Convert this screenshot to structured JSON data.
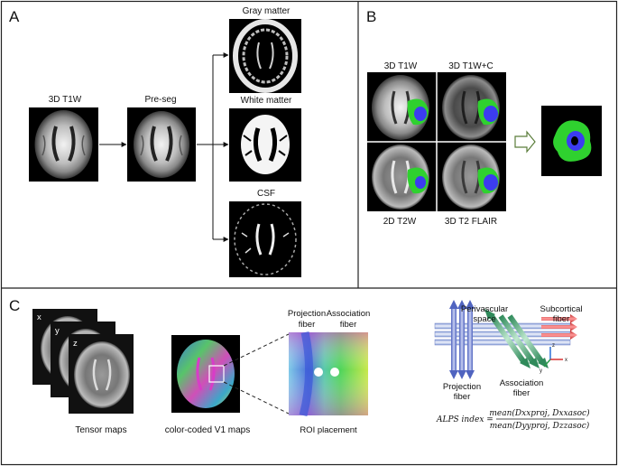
{
  "panels": {
    "a": {
      "letter": "A",
      "input_label": "3D T1W",
      "preseg_label": "Pre-seg",
      "outputs": [
        "Gray matter",
        "White matter",
        "CSF"
      ]
    },
    "b": {
      "letter": "B",
      "tiles": [
        "3D T1W",
        "3D T1W+C",
        "2D T2W",
        "3D T2 FLAIR"
      ]
    },
    "c": {
      "letter": "C",
      "stack_letters": [
        "x",
        "y",
        "z"
      ],
      "tensor_caption": "Tensor maps",
      "v1_caption": "color-coded V1 maps",
      "roi_caption": "ROI placement",
      "projection_label_1": "Projection",
      "projection_label_2": "fiber",
      "association_label_1": "Association",
      "association_label_2": "fiber",
      "perivascular_1": "Perivascular",
      "perivascular_2": "space",
      "subcortical_1": "Subcortical",
      "subcortical_2": "fiber",
      "diag_projection_1": "Projection",
      "diag_projection_2": "fiber",
      "diag_association_1": "Association",
      "diag_association_2": "fiber",
      "axes": [
        "z",
        "x",
        "y"
      ],
      "formula_lhs": "ALPS index =",
      "formula_num": "mean(Dxxproj, Dxxasoc)",
      "formula_den": "mean(Dyyproj, Dzzasoc)"
    }
  },
  "colors": {
    "tumor_green": "#2fd12f",
    "tumor_blue": "#3c3cf0",
    "projection_blue": "#7d8fd6",
    "association_green": "#4fae7a",
    "subcortical_red": "#e04545",
    "arrow_outline": "#5a7d3a"
  }
}
